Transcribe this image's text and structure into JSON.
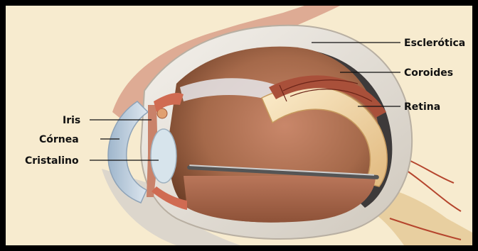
{
  "labels": {
    "esclerotica": "Esclerótica",
    "coroides": "Coroides",
    "retina": "Retina",
    "iris": "Iris",
    "cornea": "Córnea",
    "cristalino": "Cristalino"
  },
  "colors": {
    "background": "#f7ebcf",
    "frame": "#000000",
    "sclera": "#e9e4dc",
    "choroid": "#8a5a3c",
    "retina": "#f2d9a8",
    "interior": "#a56a48",
    "iris": "#c9826a",
    "cornea": "#b7c8da",
    "lens": "#d7e4ec"
  }
}
